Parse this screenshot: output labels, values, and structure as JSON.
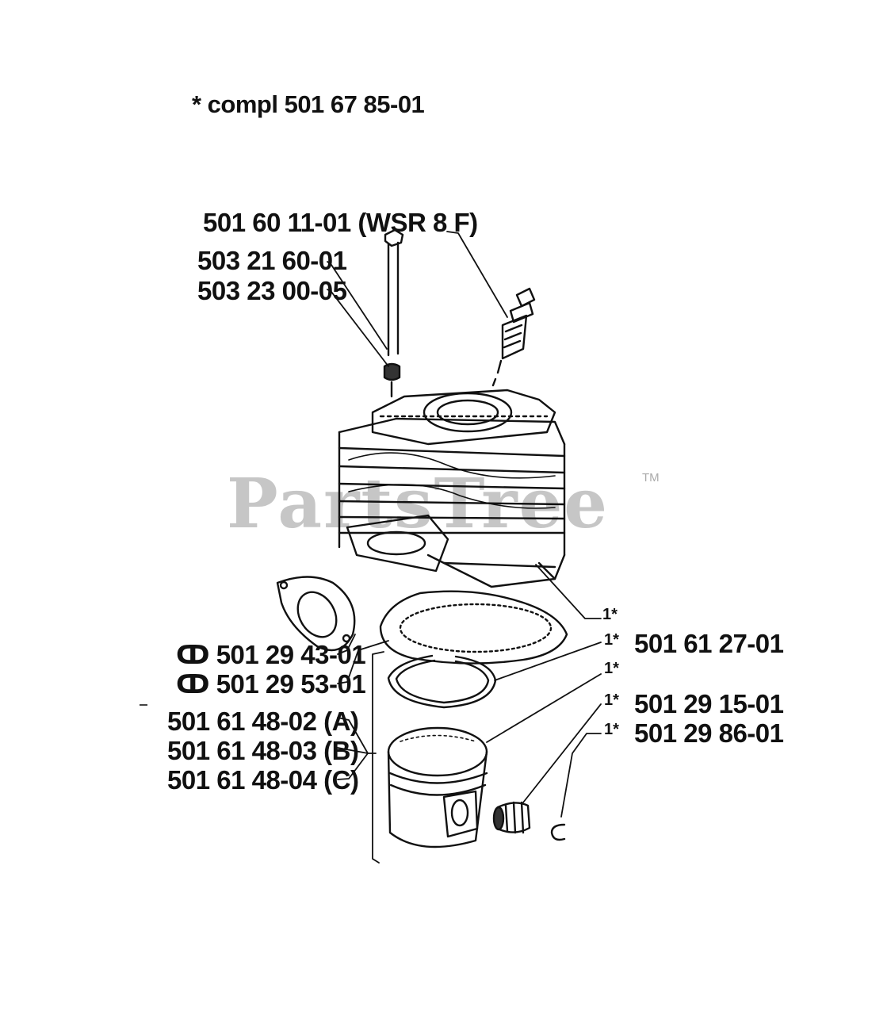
{
  "header_note": "*  compl 501 67 85-01",
  "watermark": {
    "text": "PartsTree",
    "trademark": "TM"
  },
  "callouts": [
    {
      "id": "spark_plug",
      "text": "501 60 11-01 (WSR 8 F)"
    },
    {
      "id": "screw",
      "text": "503 21 60-01"
    },
    {
      "id": "washer",
      "text": "503 23 00-05"
    },
    {
      "id": "gasket_muffler",
      "text": "ↀ 501 29 43-01"
    },
    {
      "id": "gasket_base",
      "text": "ↀ 501 29 53-01"
    },
    {
      "id": "piston_a",
      "text": "501 61 48-02 (A)"
    },
    {
      "id": "piston_b",
      "text": "501 61 48-03 (B)"
    },
    {
      "id": "piston_c",
      "text": "501 61 48-04 (C)"
    },
    {
      "id": "piston_ring",
      "text": "501 61 27-01"
    },
    {
      "id": "needle_bearing",
      "text": "501 29 15-01"
    },
    {
      "id": "circlip",
      "text": "501 29 86-01"
    }
  ],
  "marks": {
    "cylinder": "1*",
    "ring": "1*",
    "piston": "1*",
    "bearing": "1*",
    "circlip": "1*"
  },
  "colors": {
    "ink": "#111111",
    "watermark": "#b9b9b9"
  }
}
